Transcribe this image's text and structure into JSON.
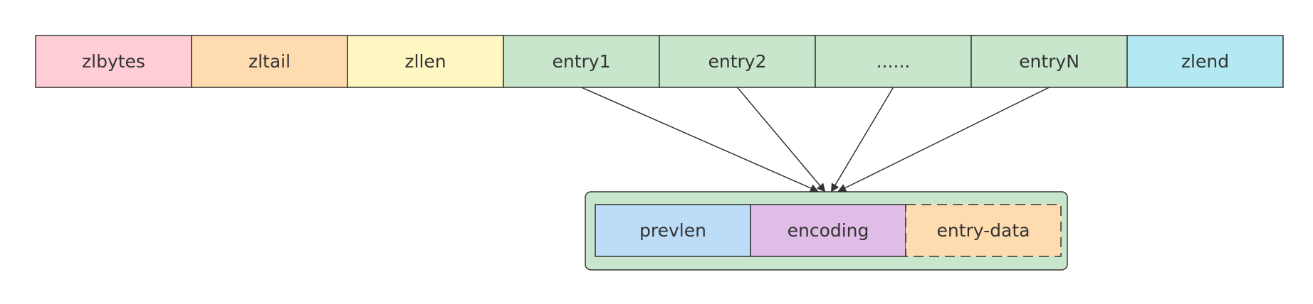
{
  "ziplist": {
    "cells": [
      {
        "label": "zlbytes",
        "color": "#ffcdd5"
      },
      {
        "label": "zltail",
        "color": "#ffdcb0"
      },
      {
        "label": "zllen",
        "color": "#fff7c2"
      },
      {
        "label": "entry1",
        "color": "#c8e6cc"
      },
      {
        "label": "entry2",
        "color": "#c8e6cc"
      },
      {
        "label": "......",
        "color": "#c8e6cc"
      },
      {
        "label": "entryN",
        "color": "#c8e6cc"
      },
      {
        "label": "zlend",
        "color": "#b3e9f2"
      }
    ]
  },
  "entry": {
    "container_color": "#c8e6cc",
    "fields": [
      {
        "label": "prevlen",
        "color": "#bcdcf7",
        "dashed": false
      },
      {
        "label": "encoding",
        "color": "#e0bde6",
        "dashed": false
      },
      {
        "label": "entry-data",
        "color": "#ffdcb0",
        "dashed": true
      }
    ]
  },
  "colors": {
    "stroke": "#333333",
    "text": "#333333",
    "background": "#ffffff"
  }
}
